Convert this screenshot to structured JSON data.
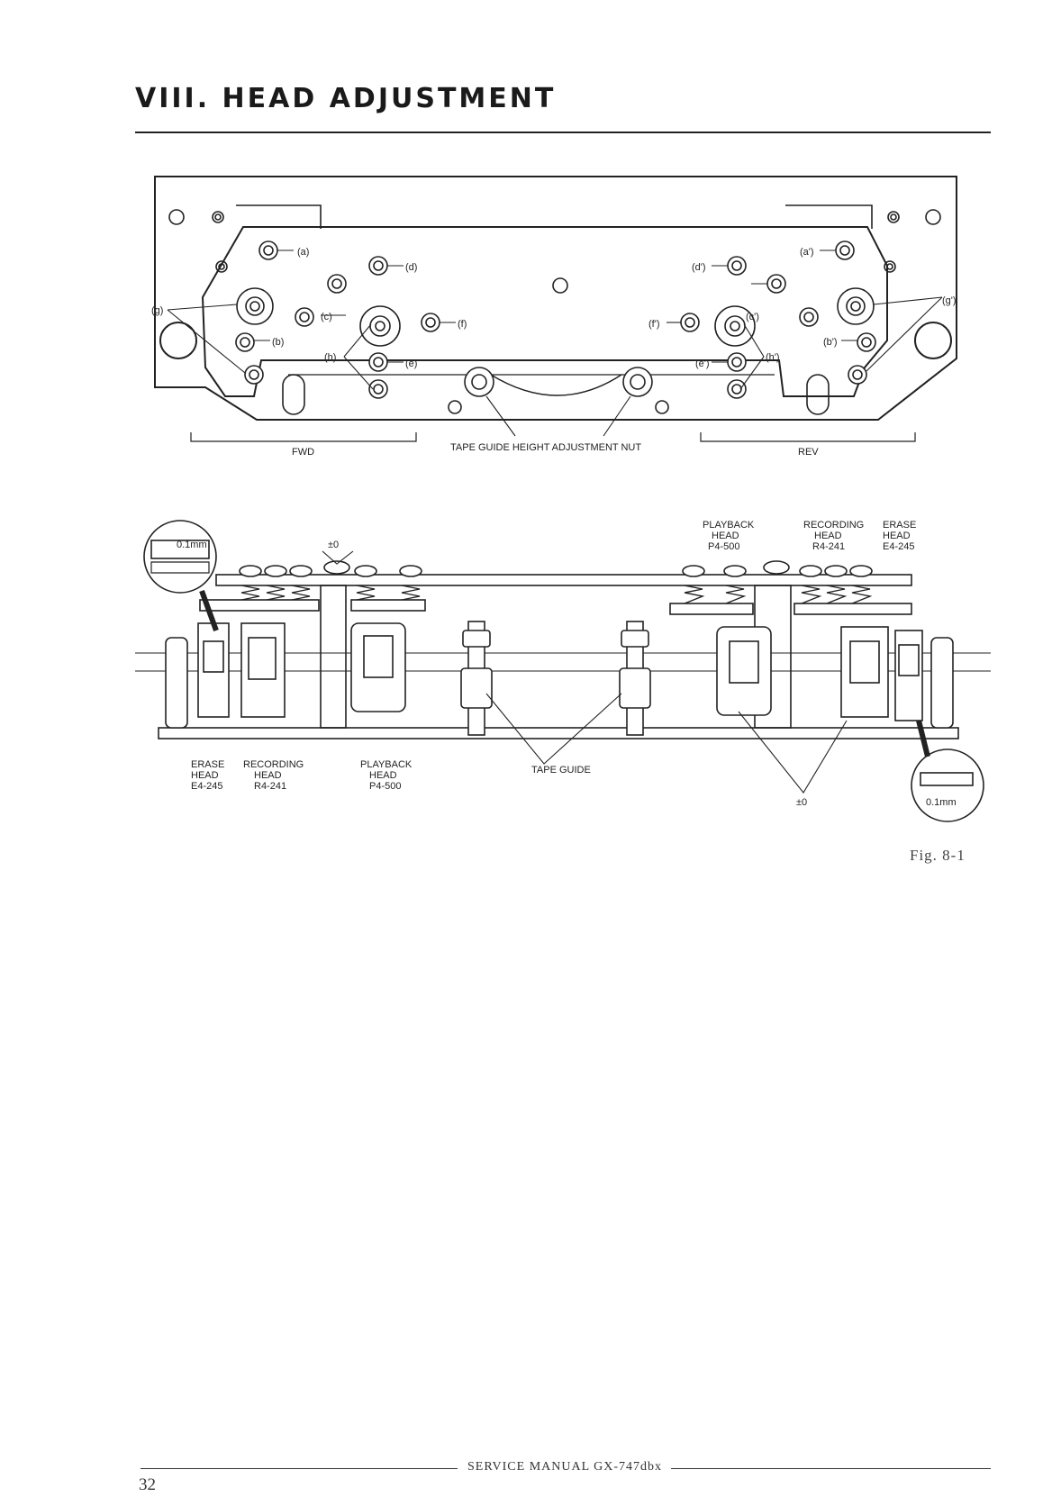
{
  "section": {
    "title": "VIII. HEAD ADJUSTMENT"
  },
  "top_view": {
    "labels": {
      "a": "(a)",
      "b": "(b)",
      "c": "(c)",
      "d": "(d)",
      "e": "(e)",
      "f": "(f)",
      "g": "(g)",
      "h": "(h)",
      "a_p": "(a')",
      "b_p": "(b')",
      "c_p": "(c')",
      "d_p": "(d')",
      "e_p": "(e')",
      "f_p": "(f')",
      "g_p": "(g')",
      "h_p": "(h')"
    },
    "fwd": "FWD",
    "rev": "REV",
    "nut_label": "TAPE GUIDE HEIGHT ADJUSTMENT NUT"
  },
  "side_view": {
    "gap_left": "0.1mm",
    "gap_right": "0.1mm",
    "pm_top": "±0",
    "pm_bottom": "±0",
    "tape_guide": "TAPE GUIDE",
    "left_heads": [
      {
        "l1": "ERASE",
        "l2": "HEAD",
        "l3": "E4-245"
      },
      {
        "l1": "RECORDING",
        "l2": "HEAD",
        "l3": "R4-241"
      },
      {
        "l1": "PLAYBACK",
        "l2": "HEAD",
        "l3": "P4-500"
      }
    ],
    "right_heads": [
      {
        "l1": "PLAYBACK",
        "l2": "HEAD",
        "l3": "P4-500"
      },
      {
        "l1": "RECORDING",
        "l2": "HEAD",
        "l3": "R4-241"
      },
      {
        "l1": "ERASE",
        "l2": "HEAD",
        "l3": "E4-245"
      }
    ]
  },
  "caption": "Fig. 8-1",
  "footer": {
    "text": "SERVICE MANUAL GX-747dbx",
    "page": "32"
  }
}
